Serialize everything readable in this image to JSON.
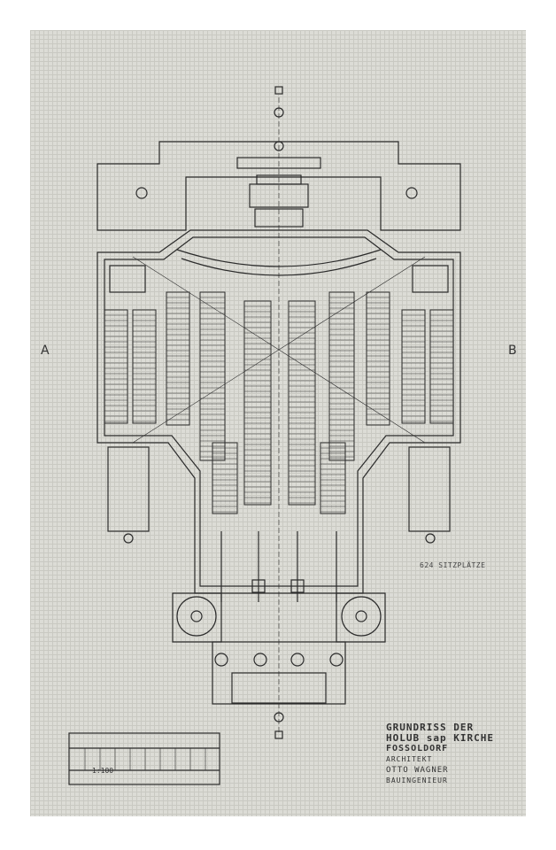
{
  "drawing": {
    "section_mark_left": "A",
    "section_mark_right": "B",
    "seat_note": "624 SITZPLÄTZE",
    "title_lines": [
      "GRUNDRISS DER",
      "HOLUB sap KIRCHE",
      "FOSSOLDORF",
      "ARCHITEKT",
      "OTTO WAGNER",
      "BAUINGENIEUR"
    ],
    "scale_label": "1:100"
  },
  "colors": {
    "paper": "#dcdcd6",
    "ink": "#2b2b2b",
    "border": "#ffffff"
  }
}
